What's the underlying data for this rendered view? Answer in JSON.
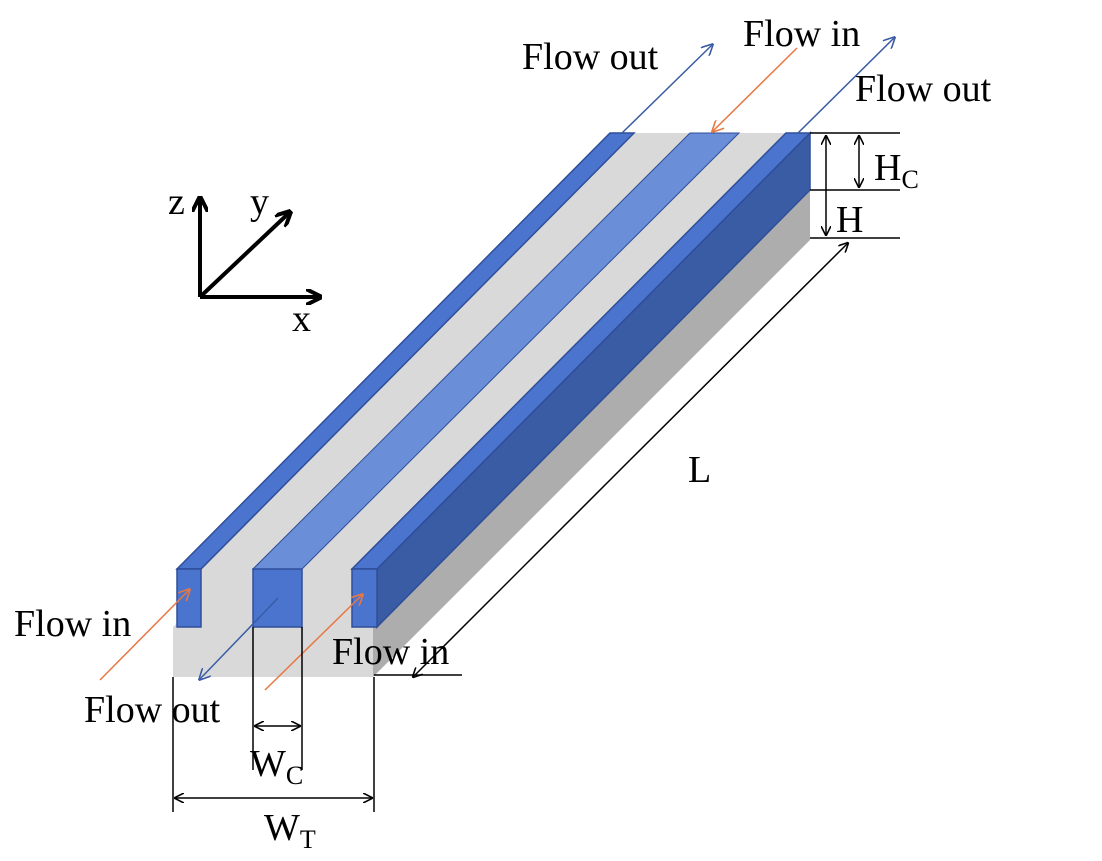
{
  "colors": {
    "channel_blue": "#4A74CE",
    "channel_edge": "#2F4E99",
    "channel_light": "#6A8FD8",
    "channel_side": "#3A5CA5",
    "base_light": "#D9D9D9",
    "base_side": "#ADADAD",
    "arrow_in": "#E87742",
    "arrow_out": "#3A5CA5"
  },
  "axes": {
    "x": "x",
    "y": "y",
    "z": "z"
  },
  "labels": {
    "flow_out_top_left": "Flow out",
    "flow_in_top": "Flow in",
    "flow_out_top_right": "Flow out",
    "flow_in_left": "Flow in",
    "flow_out_bottom": "Flow out",
    "flow_in_bottom": "Flow in",
    "length": "L",
    "height_total": "H",
    "height_channel_main": "H",
    "height_channel_sub": "C",
    "width_channel_main": "W",
    "width_channel_sub": "C",
    "width_total_main": "W",
    "width_total_sub": "T"
  }
}
